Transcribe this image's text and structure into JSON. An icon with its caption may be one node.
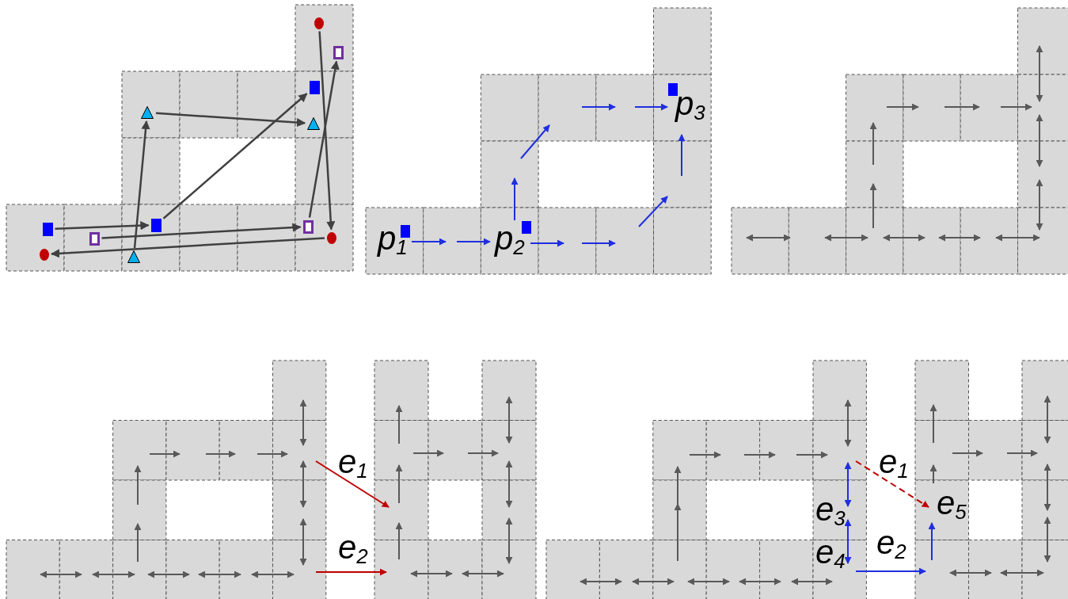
{
  "diagram": {
    "nodes": [
      {
        "text": [],
        "shape": "circle"
      },
      {
        "text": [],
        "shape": "box"
      },
      {
        "text": [],
        "shape": "box"
      },
      {
        "text": [],
        "shape": "triangle"
      },
      {
        "text": [],
        "shape": "triangle"
      },
      {
        "text": [],
        "shape": "box"
      },
      {
        "text": [],
        "shape": "box"
      },
      {
        "text": [],
        "shape": "box"
      },
      {
        "text": [],
        "shape": "circle"
      },
      {
        "text": [],
        "shape": "box"
      },
      {
        "text": [],
        "shape": "circle"
      },
      {
        "text": [],
        "shape": "triangle"
      }
    ],
    "edges": [
      {
        "from": 5,
        "to": 6,
        "arrow": "to"
      },
      {
        "from": 6,
        "to": 2,
        "arrow": "to"
      },
      {
        "from": 11,
        "to": 3,
        "arrow": "to"
      },
      {
        "from": 3,
        "to": 4,
        "arrow": "to"
      },
      {
        "from": 9,
        "to": 7,
        "arrow": "to"
      },
      {
        "from": 8,
        "to": 10,
        "arrow": "to"
      },
      {
        "from": 7,
        "to": 1,
        "arrow": "to"
      },
      {
        "from": 0,
        "to": 8,
        "arrow": "to"
      }
    ],
    "labels": [
      "p$_{1}$",
      "p$_{2}$",
      "p$_{3}$",
      "e$_{1}$",
      "e$_{2}$",
      "e$_{1}$",
      "e$_{3}$",
      "e$_{5}$",
      "e$_{4}$",
      "e$_{2}$"
    ]
  }
}
